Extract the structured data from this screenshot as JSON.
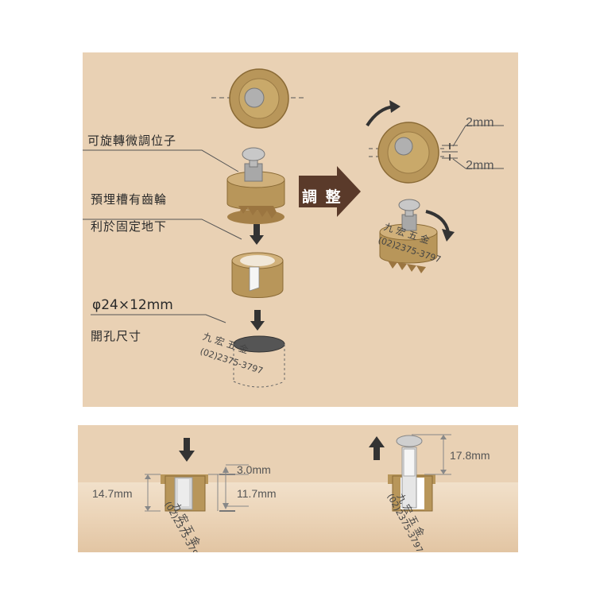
{
  "labels": {
    "adjustable_post": "可旋轉微調位子",
    "embedded_gear_groove": "預埋槽有齒輪",
    "fix_ground": "利於固定地下",
    "drill_size": "φ24×12mm",
    "hole_size": "開孔尺寸",
    "adjust": "調 整"
  },
  "dimensions": {
    "offset_upper": "2mm",
    "offset_lower": "2mm",
    "cap_height": "3.0mm",
    "total_depth": "14.7mm",
    "body_depth": "11.7mm",
    "raised_height": "17.8mm"
  },
  "watermark": {
    "name": "九 宏 五 金",
    "phone": "(02)2375-3797"
  },
  "colors": {
    "panel": "#e9d1b4",
    "brass": "#b8965a",
    "arrow": "#5a3a2a",
    "dark_arrow": "#333333"
  }
}
